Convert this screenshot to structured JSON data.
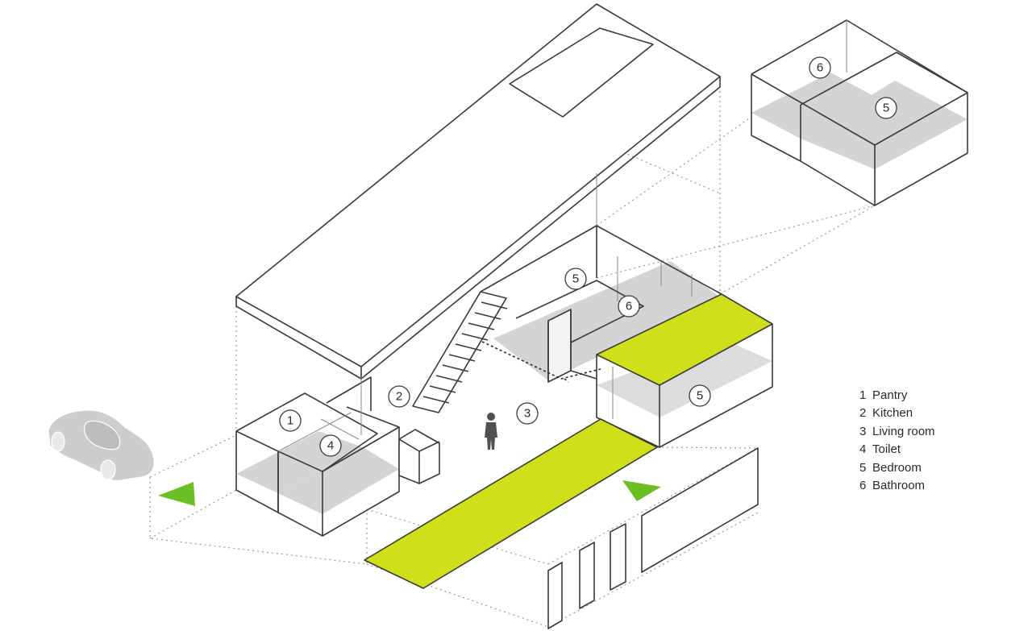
{
  "legend": [
    {
      "number": "1",
      "label": "Pantry"
    },
    {
      "number": "2",
      "label": "Kitchen"
    },
    {
      "number": "3",
      "label": "Living room"
    },
    {
      "number": "4",
      "label": "Toilet"
    },
    {
      "number": "5",
      "label": "Bedroom"
    },
    {
      "number": "6",
      "label": "Bathroom"
    }
  ],
  "markers": {
    "pantry": "1",
    "kitchen": "2",
    "living": "3",
    "toilet": "4",
    "bedroom_mid": "5",
    "bathroom_mid": "6",
    "bedroom_front": "5",
    "bathroom_top": "6",
    "bedroom_top": "5"
  },
  "colors": {
    "walkway": "#cfe01a",
    "arrow": "#6bbf25",
    "floor": "#d4d4d4",
    "line": "#3a3a3a"
  },
  "icons": [
    "car-icon",
    "person-icon",
    "entrance-arrow-icon"
  ]
}
